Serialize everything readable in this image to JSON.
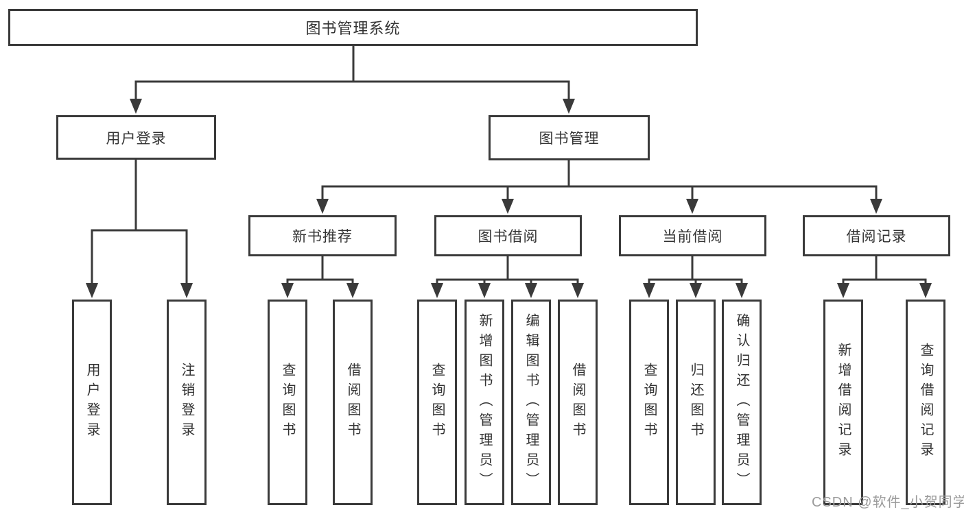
{
  "tree": {
    "root": {
      "label": "图书管理系统"
    },
    "children": [
      {
        "label": "用户登录",
        "children": [
          {
            "label": "用户登录"
          },
          {
            "label": "注销登录"
          }
        ]
      },
      {
        "label": "图书管理",
        "children": [
          {
            "label": "新书推荐",
            "children": [
              {
                "label": "查询图书"
              },
              {
                "label": "借阅图书"
              }
            ]
          },
          {
            "label": "图书借阅",
            "children": [
              {
                "label": "查询图书"
              },
              {
                "label": "新增图书（管理员）"
              },
              {
                "label": "编辑图书（管理员）"
              },
              {
                "label": "借阅图书"
              }
            ]
          },
          {
            "label": "当前借阅",
            "children": [
              {
                "label": "查询图书"
              },
              {
                "label": "归还图书"
              },
              {
                "label": "确认归还（管理员）"
              }
            ]
          },
          {
            "label": "借阅记录",
            "children": [
              {
                "label": "新增借阅记录"
              },
              {
                "label": "查询借阅记录"
              }
            ]
          }
        ]
      }
    ]
  },
  "watermark": "CSDN @软件_小贺同学",
  "colors": {
    "line": "#3a3a3a",
    "text": "#333333",
    "watermark": "#9b9b9b",
    "background": "#ffffff"
  }
}
